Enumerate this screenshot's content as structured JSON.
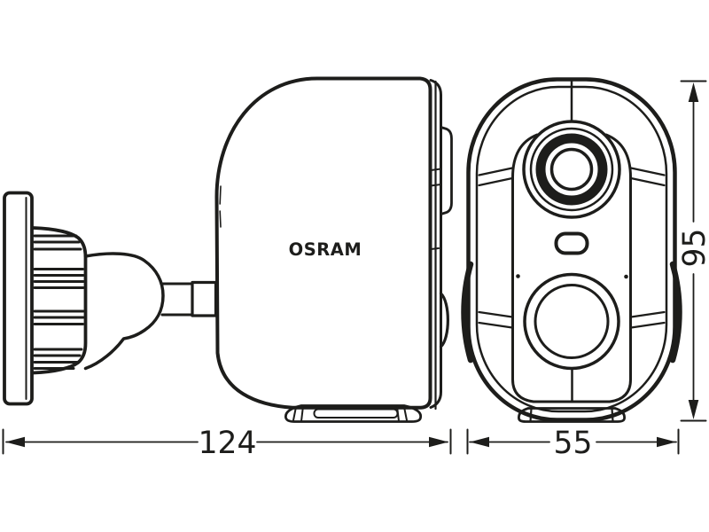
{
  "page": {
    "background_color": "#ffffff",
    "line_color": "#1d1d1b"
  },
  "drawing": {
    "brand": "OSRAM",
    "dimensions": {
      "overall_length": {
        "value": "124"
      },
      "body_width": {
        "value": "55"
      },
      "body_height": {
        "value": "95"
      }
    }
  }
}
